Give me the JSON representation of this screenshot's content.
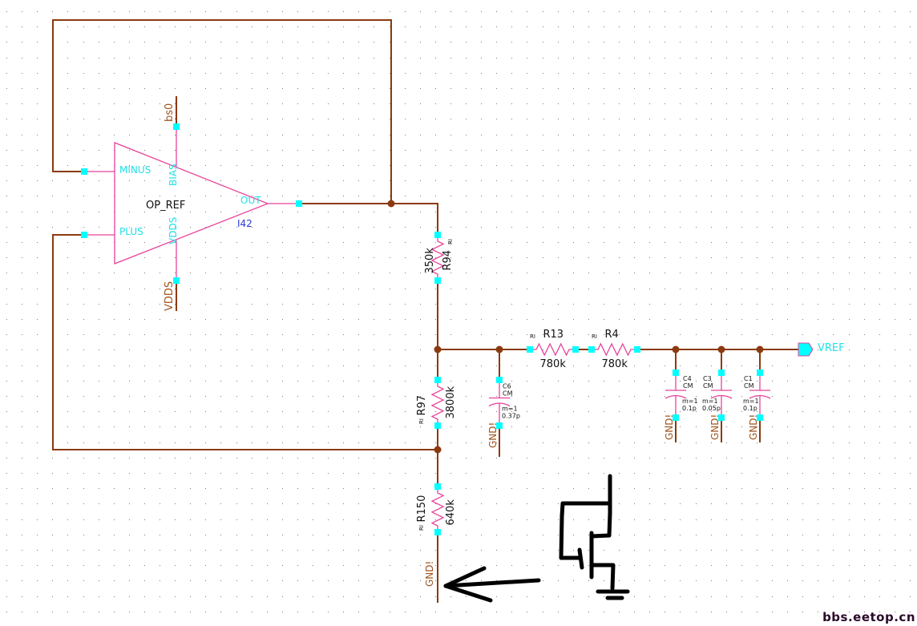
{
  "colors": {
    "wire": "#8b3a0f",
    "symbol": "#e8439a",
    "pin": "#00ffff",
    "pin_text": "#22e0e8",
    "instance_text": "#2a3bd8",
    "label_text": "#111111",
    "net_text": "#a0521a",
    "grid": "#7a7a7a",
    "annotation": "#000000"
  },
  "opamp": {
    "cell_name": "OP_REF",
    "instance": "I42",
    "pins": {
      "minus": "MINUS",
      "plus": "PLUS",
      "out": "OUT",
      "bias": "BIAS",
      "vdds": "VDDS"
    },
    "bias_net": "bs0",
    "supply_net": "VDDS"
  },
  "resistors": [
    {
      "id": "R94",
      "name": "R94",
      "value": "350k",
      "model": "RI"
    },
    {
      "id": "R97",
      "name": "R97",
      "value": "3800k",
      "model": "RI"
    },
    {
      "id": "R150",
      "name": "R150",
      "value": "640k",
      "model": "RI"
    },
    {
      "id": "R13",
      "name": "R13",
      "value": "780k",
      "model": "RI"
    },
    {
      "id": "R4",
      "name": "R4",
      "value": "780k",
      "model": "RI"
    }
  ],
  "capacitors": [
    {
      "id": "C6",
      "name": "C6",
      "model": "CM",
      "mult": "m=1",
      "value": "0.37p",
      "gnd": "GND!"
    },
    {
      "id": "C4",
      "name": "C4",
      "model": "CM",
      "mult": "m=1",
      "value": "0.1p",
      "gnd": "GND!"
    },
    {
      "id": "C3",
      "name": "C3",
      "model": "CM",
      "mult": "m=1",
      "value": "0.05p",
      "gnd": "GND!"
    },
    {
      "id": "C1",
      "name": "C1",
      "model": "CM",
      "mult": "m=1",
      "value": "0.1p",
      "gnd": "GND!"
    }
  ],
  "nets": {
    "ground": "GND!",
    "output_pin": "VREF"
  },
  "annotation": {
    "description": "hand-drawn arrow pointing to GND! and hand-drawn NMOS transistor sketch"
  },
  "watermark": "bbs.eetop.cn"
}
